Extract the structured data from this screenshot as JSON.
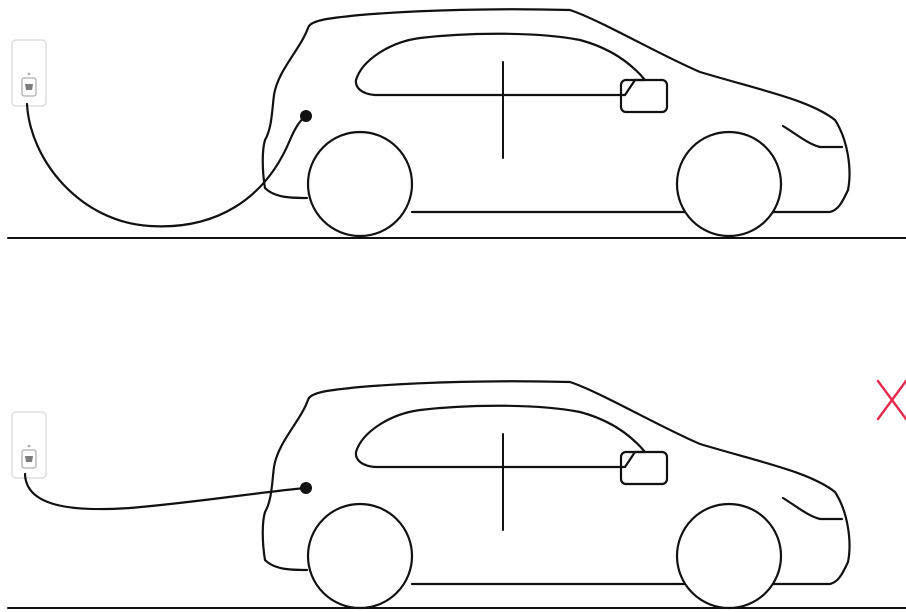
{
  "scenes": [
    {
      "id": "correct",
      "cable": "loose-loop"
    },
    {
      "id": "incorrect",
      "cable": "taut-straight",
      "mark": "cross"
    }
  ],
  "colors": {
    "ink": "#111111",
    "cross": "#e8294e",
    "background": "#ffffff"
  },
  "icons": [
    "wall-charger-icon",
    "cross-icon"
  ]
}
